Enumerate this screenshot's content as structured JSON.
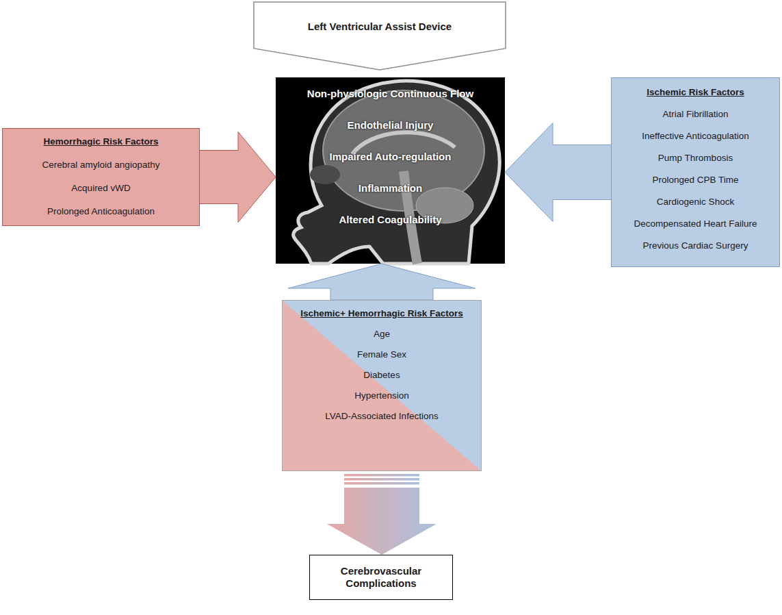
{
  "diagram": {
    "nodes": [
      {
        "text": [
          "Left Ventricular Assist Device"
        ]
      },
      {
        "text": [
          "Non-physiologic Continuous Flow",
          "Endothelial Injury",
          "Impaired Auto-regulation",
          "Inflammation",
          "Altered Coagulability"
        ]
      },
      {
        "text": [
          "Hemorrhagic Risk Factors",
          "Cerebral amyloid angiopathy",
          "Acquired vWD",
          "Prolonged Anticoagulation"
        ]
      },
      {
        "text": [
          "Ischemic Risk Factors",
          "Atrial Fibrillation",
          "Ineffective Anticoagulation",
          "Pump Thrombosis",
          "Prolonged CPB Time",
          "Cardiogenic Shock",
          "Decompensated Heart Failure",
          "Previous Cardiac Surgery"
        ]
      },
      {
        "text": [
          "Ischemic+ Hemorrhagic Risk Factors",
          "Age",
          "Female Sex",
          "Diabetes",
          "Hypertension",
          "LVAD-Associated Infections"
        ]
      },
      {
        "text": [
          "Cerebrovascular Complications"
        ]
      }
    ],
    "edges": [
      {
        "from": 2,
        "to": 1,
        "arrow": "to"
      },
      {
        "from": 3,
        "to": 1,
        "arrow": "to"
      },
      {
        "from": 4,
        "to": 1,
        "arrow": "to"
      },
      {
        "from": 4,
        "to": 5,
        "arrow": "to"
      }
    ]
  }
}
